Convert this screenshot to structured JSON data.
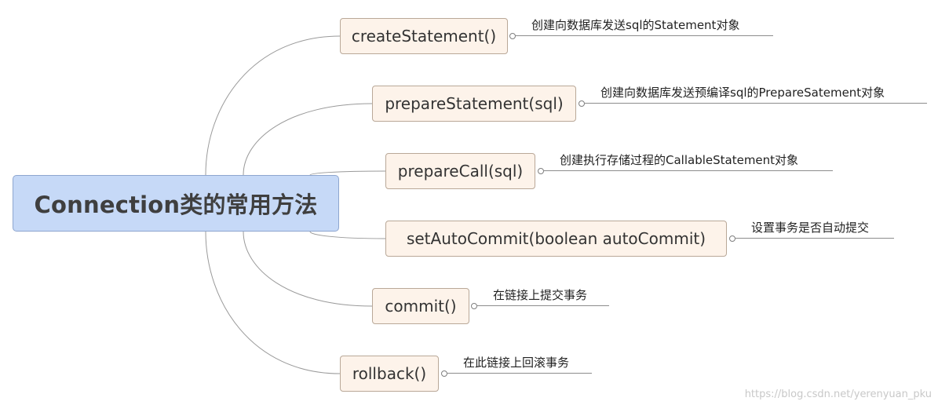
{
  "root": {
    "label": "Connection类的常用方法"
  },
  "branches": [
    {
      "method": "createStatement()",
      "description": "创建向数据库发送sql的Statement对象"
    },
    {
      "method": "prepareStatement(sql)",
      "description": "创建向数据库发送预编译sql的PrepareSatement对象"
    },
    {
      "method": "prepareCall(sql)",
      "description": "创建执行存储过程的CallableStatement对象"
    },
    {
      "method": "setAutoCommit(boolean autoCommit)",
      "description": "设置事务是否自动提交"
    },
    {
      "method": "commit()",
      "description": "在链接上提交事务"
    },
    {
      "method": "rollback()",
      "description": "在此链接上回滚事务"
    }
  ],
  "watermark": "https://blog.csdn.net/yerenyuan_pku",
  "colors": {
    "root_fill": "#c6d9f7",
    "node_fill": "#fdf3ea",
    "link_line": "#9a9a9a"
  }
}
